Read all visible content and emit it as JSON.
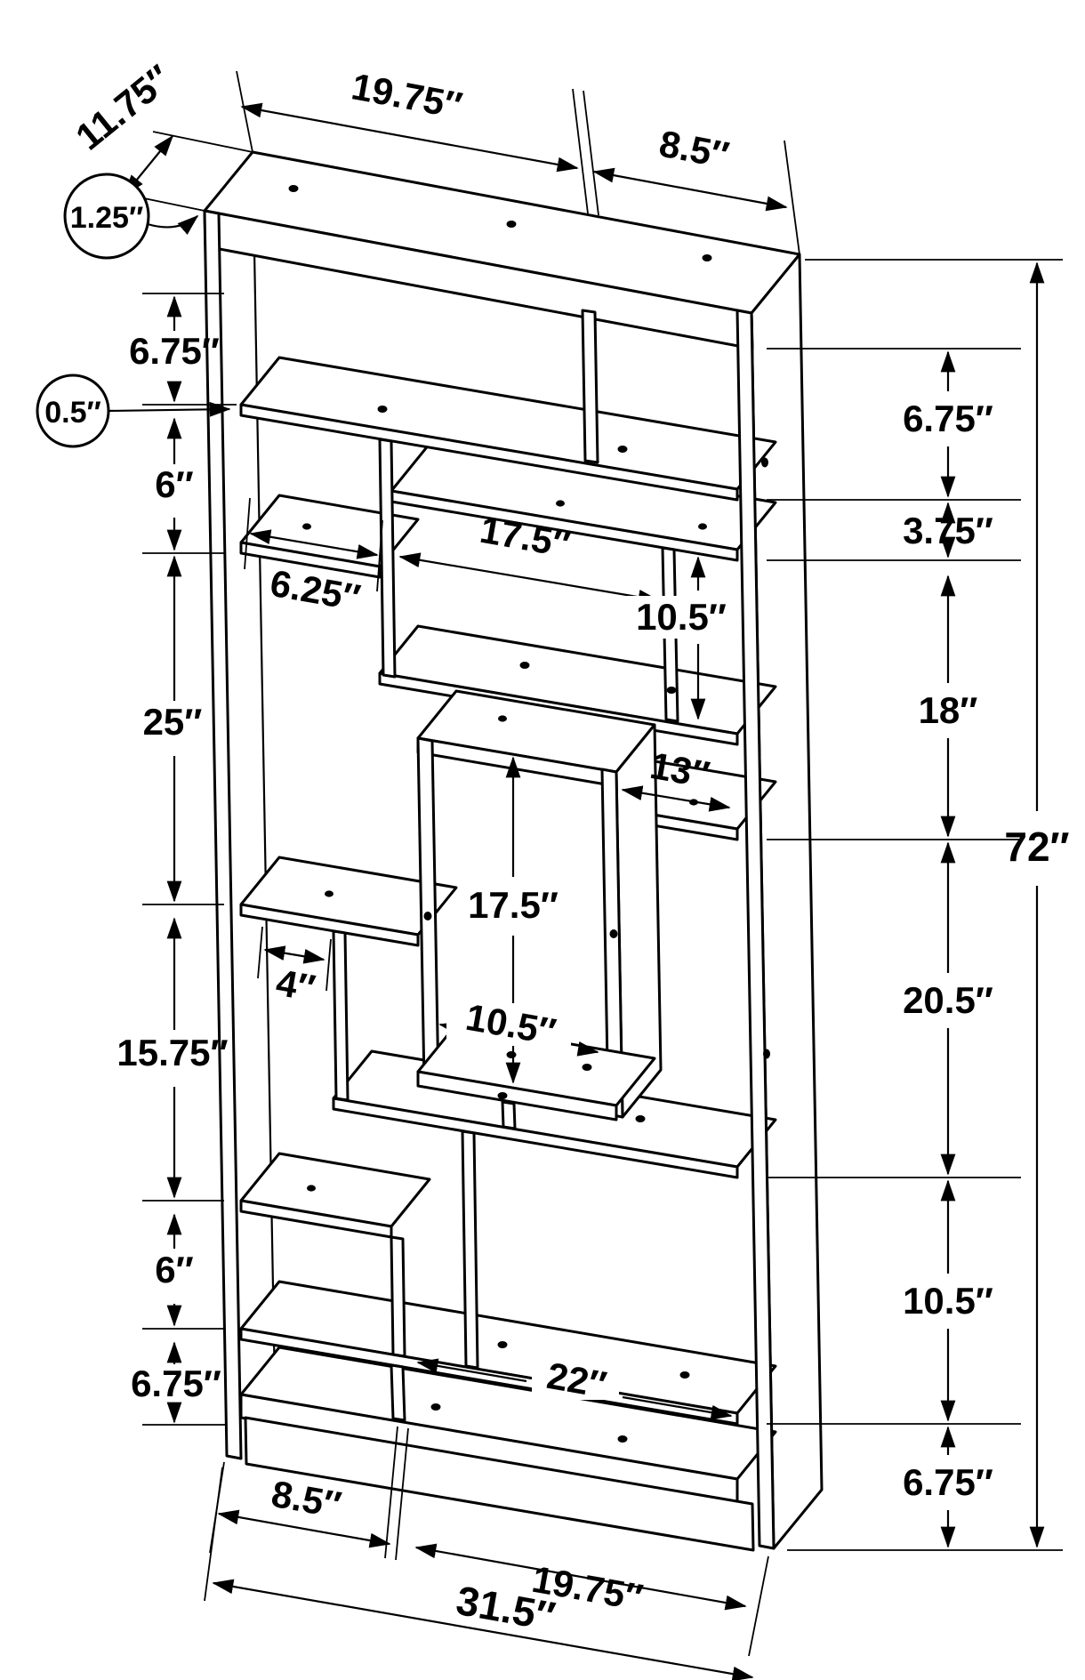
{
  "diagram": {
    "type": "isometric technical line drawing",
    "subject": "72-inch tall bookcase / etagere with staggered open compartments",
    "unit": "inches",
    "line_color": "#000000",
    "background_color": "#ffffff"
  },
  "dims": {
    "top_depth": "11.75″",
    "top_left_width": "19.75″",
    "top_right_width": "8.5″",
    "callout_top_thickness": "1.25″",
    "callout_shelf_thickness": "0.5″",
    "left_1": "6.75″",
    "left_2": "6″",
    "left_3": "25″",
    "left_4": "15.75″",
    "left_5": "6″",
    "left_6": "6.75″",
    "right_1": "6.75″",
    "right_2": "3.75″",
    "right_3": "18″",
    "right_4": "20.5″",
    "right_5": "10.5″",
    "right_6": "6.75″",
    "overall_height": "72″",
    "overall_width": "31.5″",
    "inner_top_left_width": "6.25″",
    "inner_top_shelf_width": "17.5″",
    "inner_top_slot_height": "10.5″",
    "mid_right_shelf_width": "13″",
    "center_box_height": "17.5″",
    "center_box_width": "10.5″",
    "center_box_left_gap": "4″",
    "lower_shelf_width": "22″",
    "bottom_left_width": "8.5″",
    "bottom_right_width": "19.75″"
  }
}
